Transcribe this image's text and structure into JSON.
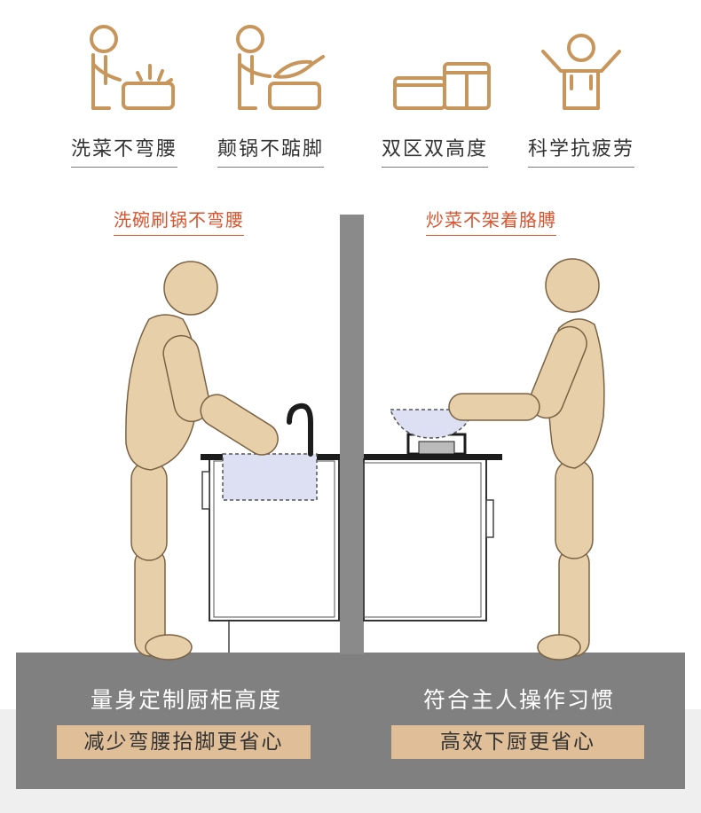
{
  "icons": [
    {
      "label": "洗菜不弯腰",
      "icon": "washing-person-icon"
    },
    {
      "label": "颠锅不踮脚",
      "icon": "wok-person-icon"
    },
    {
      "label": "双区双高度",
      "icon": "dual-height-icon"
    },
    {
      "label": "科学抗疲劳",
      "icon": "relaxed-person-icon"
    }
  ],
  "left_zone": {
    "label": "洗碗刷锅不弯腰",
    "caption": "量身定制厨柜高度",
    "highlight": "减少弯腰抬脚更省心"
  },
  "right_zone": {
    "label": "炒菜不架着胳膊",
    "caption": "符合主人操作习惯",
    "highlight": "高效下厨更省心"
  },
  "colors": {
    "icon_stroke": "#c8965a",
    "accent_red": "#d9542f",
    "floor_gray": "#808080",
    "pill_tan": "#dfbe98",
    "figure_wood": "#e6cfa9",
    "sink_fill": "#dde0f2"
  }
}
